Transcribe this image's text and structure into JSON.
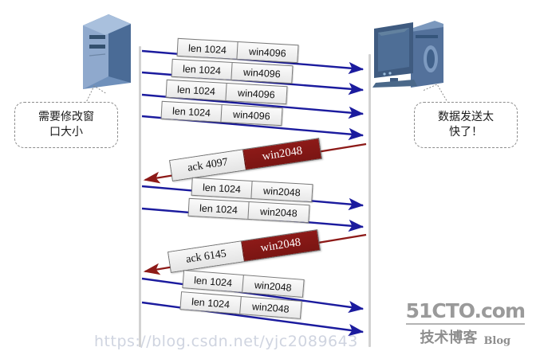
{
  "diagram": {
    "title": "TCP sliding window flow control sequence",
    "left_node": {
      "name": "server-host",
      "icon": "server-tower-icon"
    },
    "right_node": {
      "name": "client-host",
      "icon": "desktop-computer-icon"
    },
    "colors": {
      "data_arrow": "#1b1b9e",
      "ack_arrow": "#8d1a18",
      "window_box": "#8d1a18",
      "timeline": "#d2d2d2",
      "label_box": "#ececec"
    },
    "callouts": [
      {
        "id": "left-callout",
        "text": "需要修改窗\n口大小",
        "line1": "需要修改窗",
        "line2": "口大小"
      },
      {
        "id": "right-callout",
        "text": "数据发送太\n快了！",
        "line1": "数据发送太",
        "line2": "快了！"
      }
    ],
    "messages": [
      {
        "index": 0,
        "dir": "right",
        "type": "data",
        "len": "len 1024",
        "win": "win4096"
      },
      {
        "index": 1,
        "dir": "right",
        "type": "data",
        "len": "len 1024",
        "win": "win4096"
      },
      {
        "index": 2,
        "dir": "right",
        "type": "data",
        "len": "len 1024",
        "win": "win4096"
      },
      {
        "index": 3,
        "dir": "right",
        "type": "data",
        "len": "len 1024",
        "win": "win4096"
      },
      {
        "index": 4,
        "dir": "left",
        "type": "ack",
        "ack": "ack 4097",
        "win": "win2048"
      },
      {
        "index": 5,
        "dir": "right",
        "type": "data",
        "len": "len 1024",
        "win": "win2048"
      },
      {
        "index": 6,
        "dir": "right",
        "type": "data",
        "len": "len 1024",
        "win": "win2048"
      },
      {
        "index": 7,
        "dir": "left",
        "type": "ack",
        "ack": "ack 6145",
        "win": "win2048"
      },
      {
        "index": 8,
        "dir": "right",
        "type": "data",
        "len": "len 1024",
        "win": "win2048"
      },
      {
        "index": 9,
        "dir": "right",
        "type": "data",
        "len": "len 1024",
        "win": "win2048"
      }
    ]
  },
  "watermark": {
    "brand": "51CTO.com",
    "cn": "技术博客",
    "blog": "Blog",
    "url": "https://blog.csdn.net/yjc2089643"
  }
}
